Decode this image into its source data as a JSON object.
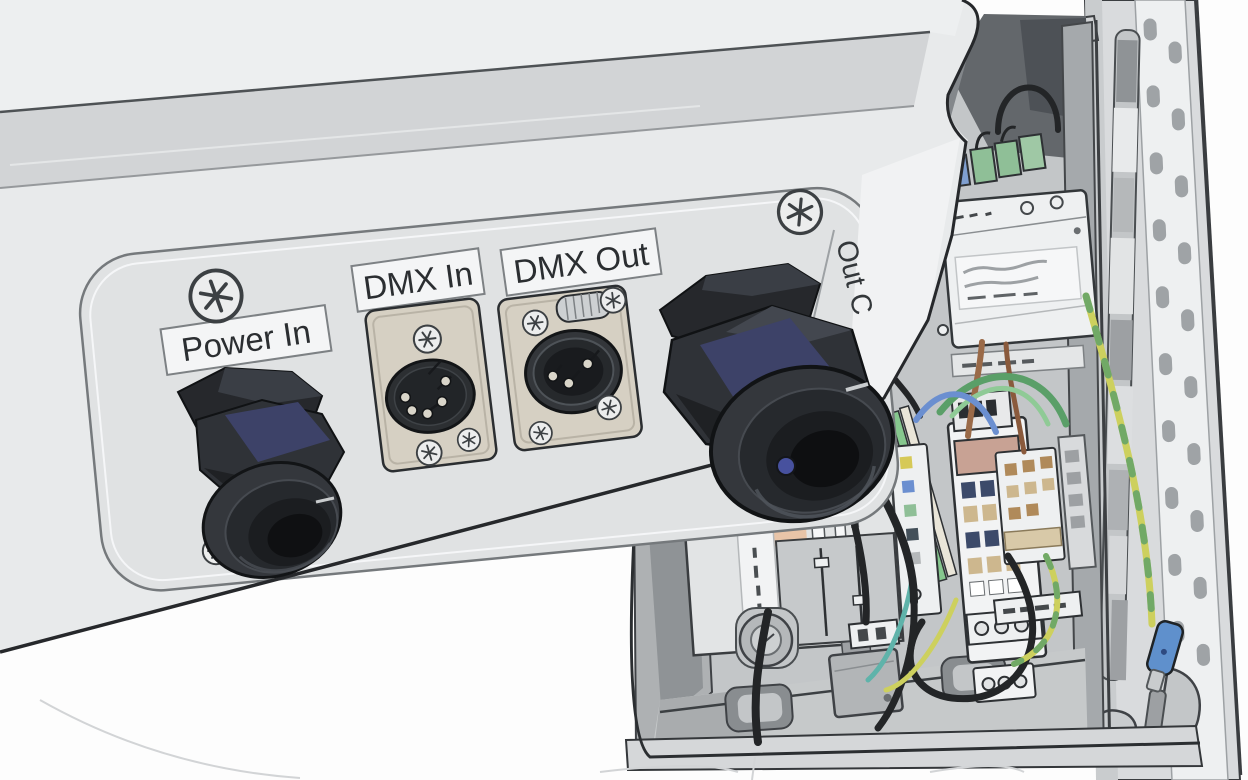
{
  "illustration": {
    "subject": "Stage-light connection panel beside an open electrical wiring enclosure",
    "panel_labels": {
      "power_in": "Power In",
      "dmx_in": "DMX In",
      "dmx_out": "DMX Out",
      "edge_text_partial": "Out C"
    },
    "connectors": [
      {
        "label": "Power In",
        "kind": "cable-gland"
      },
      {
        "label": "DMX In",
        "kind": "xlr-5pin-female"
      },
      {
        "label": "DMX Out",
        "kind": "xlr-3pin-male"
      },
      {
        "label": "Out C",
        "kind": "cable-gland"
      }
    ],
    "colors": {
      "background": "#fdfdfd",
      "device_body": "#e8eaeb",
      "device_top": "#edeff0",
      "device_band": "#d2d4d6",
      "recess": "#e0e2e3",
      "face_highlight": "#f1f2f3",
      "label_box": "#f4f5f6",
      "label_text": "#2b2e31",
      "xlr_plate": "#d6d0c3",
      "connector_face": "#2c2f32",
      "gland_body": "#2f3237",
      "gland_flange": "#26282c",
      "gland_blue_facet": "#3d4268",
      "enclosure_door": "#d9dbdd",
      "door_gasket": "#eef0f1",
      "enclosure_interior": "#c3c6c8",
      "interior_shadow": "#83878b",
      "interior_dark": "#63676b",
      "floor": "#c6c9ca",
      "module_white": "#eef0f1",
      "module_gray": "#e2e4e5",
      "wire_black": "#232527",
      "wire_green": "#5a9f68",
      "wire_light_green": "#8fca96",
      "wire_blue": "#6b8fd0",
      "wire_brown": "#9a6a48",
      "earth_yellow": "#cdd05e",
      "ferrule_blue": "#5f90cc",
      "terminal_navy": "#3c4a6a",
      "terminal_tan": "#cdb78e",
      "duct_blue": "#a8cce8",
      "duct_teal": "#5fb3aa",
      "duct_green": "#86c78e"
    }
  }
}
